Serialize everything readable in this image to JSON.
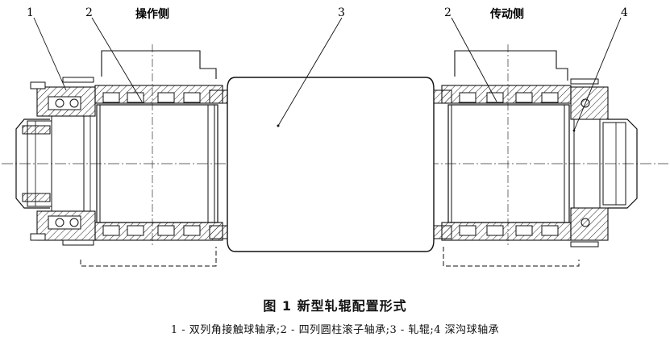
{
  "labels": {
    "callout_1": "1",
    "callout_2_left": "2",
    "callout_3": "3",
    "callout_2_right": "2",
    "callout_4": "4",
    "side_operating": "操作侧",
    "side_drive": "传动侧"
  },
  "caption": {
    "title": "图 1    新型轧辊配置形式",
    "legend": "1 - 双列角接触球轴承;2 - 四列圆柱滚子轴承;3 - 轧辊;4 深沟球轴承"
  }
}
